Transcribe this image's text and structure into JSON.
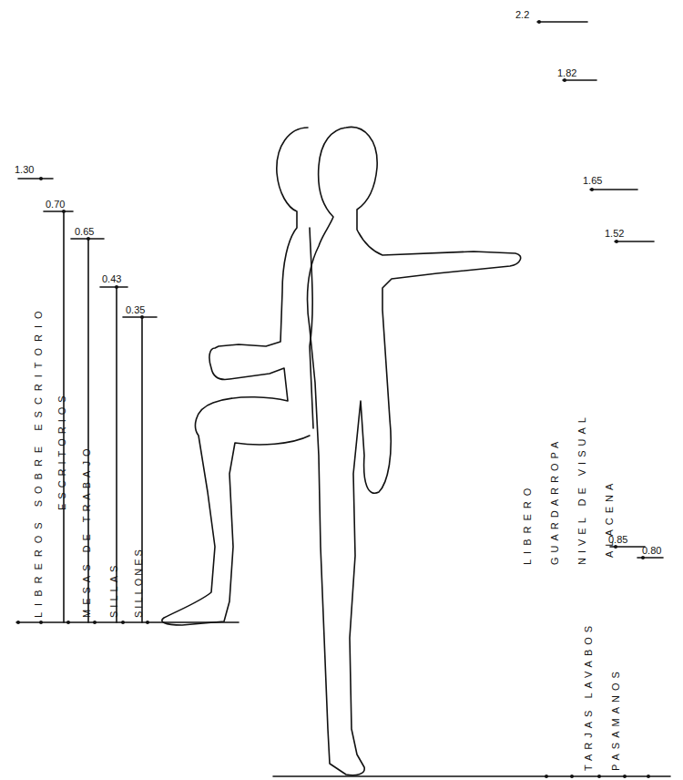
{
  "diagram": {
    "labels": [
      "1.30",
      "0.70",
      "0.65",
      "0.43",
      "0.35",
      "LIBREROS SOBRE ESCRITORIO",
      "ESCRITORIOS",
      "MESAS DE TRABAJO",
      "SILLAS",
      "SILLONES",
      "2.2",
      "1.82",
      "1.65",
      "1.52",
      "0.85",
      "0.80",
      "LIBRERO",
      "GUARDARROPA",
      "NIVEL DE VISUAL",
      "ALACENA",
      "TARJAS LAVABOS",
      "PASAMANOS"
    ]
  }
}
